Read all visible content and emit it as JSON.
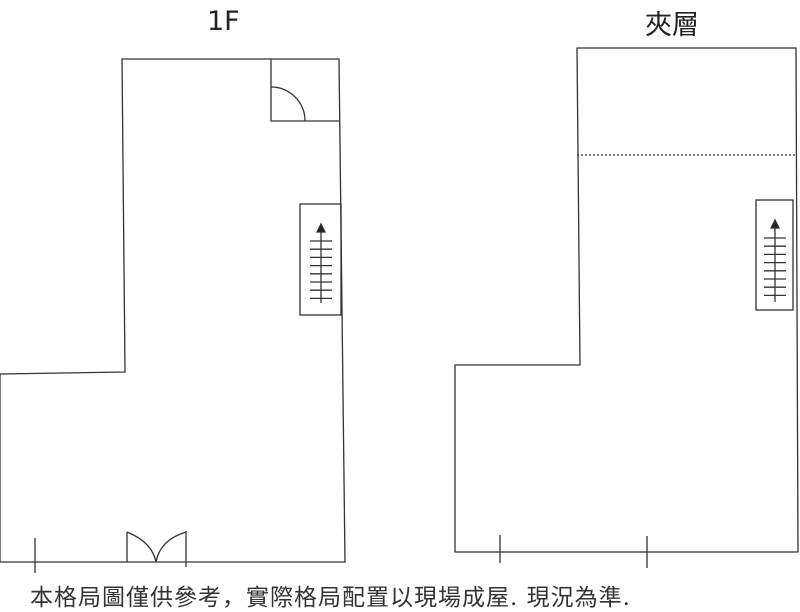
{
  "floors": [
    {
      "title": "1F"
    },
    {
      "title": "夾層"
    }
  ],
  "note": "本格局圖僅供參考，實際格局配置以現場成屋. 現況為準."
}
